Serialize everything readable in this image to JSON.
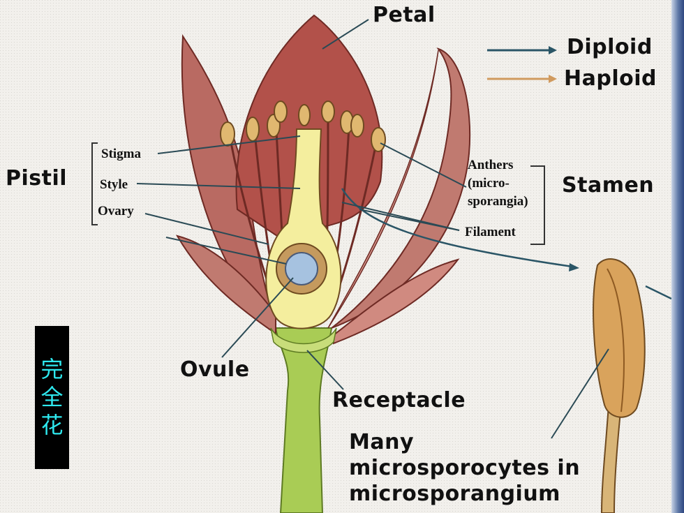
{
  "labels": {
    "petal": "Petal",
    "pistil": "Pistil",
    "stigma": "Stigma",
    "style": "Style",
    "ovary": "Ovary",
    "anthers": "Anthers\n(micro-\nsporangia)",
    "filament": "Filament",
    "stamen": "Stamen",
    "ovule": "Ovule",
    "receptacle": "Receptacle",
    "microsporocytes": "Many\nmicrosporocytes in\nmicrosporangium"
  },
  "legend": {
    "diploid": "Diploid",
    "haploid": "Haploid"
  },
  "side_tag": "完\n全\n花",
  "colors": {
    "petal": "#b96a62",
    "petal_dark": "#8e3c34",
    "style_fill": "#f4ee9e",
    "stem": "#a9cc55",
    "ovule": "#a6c2e0",
    "ovary_ring": "#c59a5e",
    "anther": "#e0b870",
    "diploid_arrow": "#2a5566",
    "haploid_arrow": "#d09a5e",
    "side_tag_text": "#2ee8ee"
  }
}
